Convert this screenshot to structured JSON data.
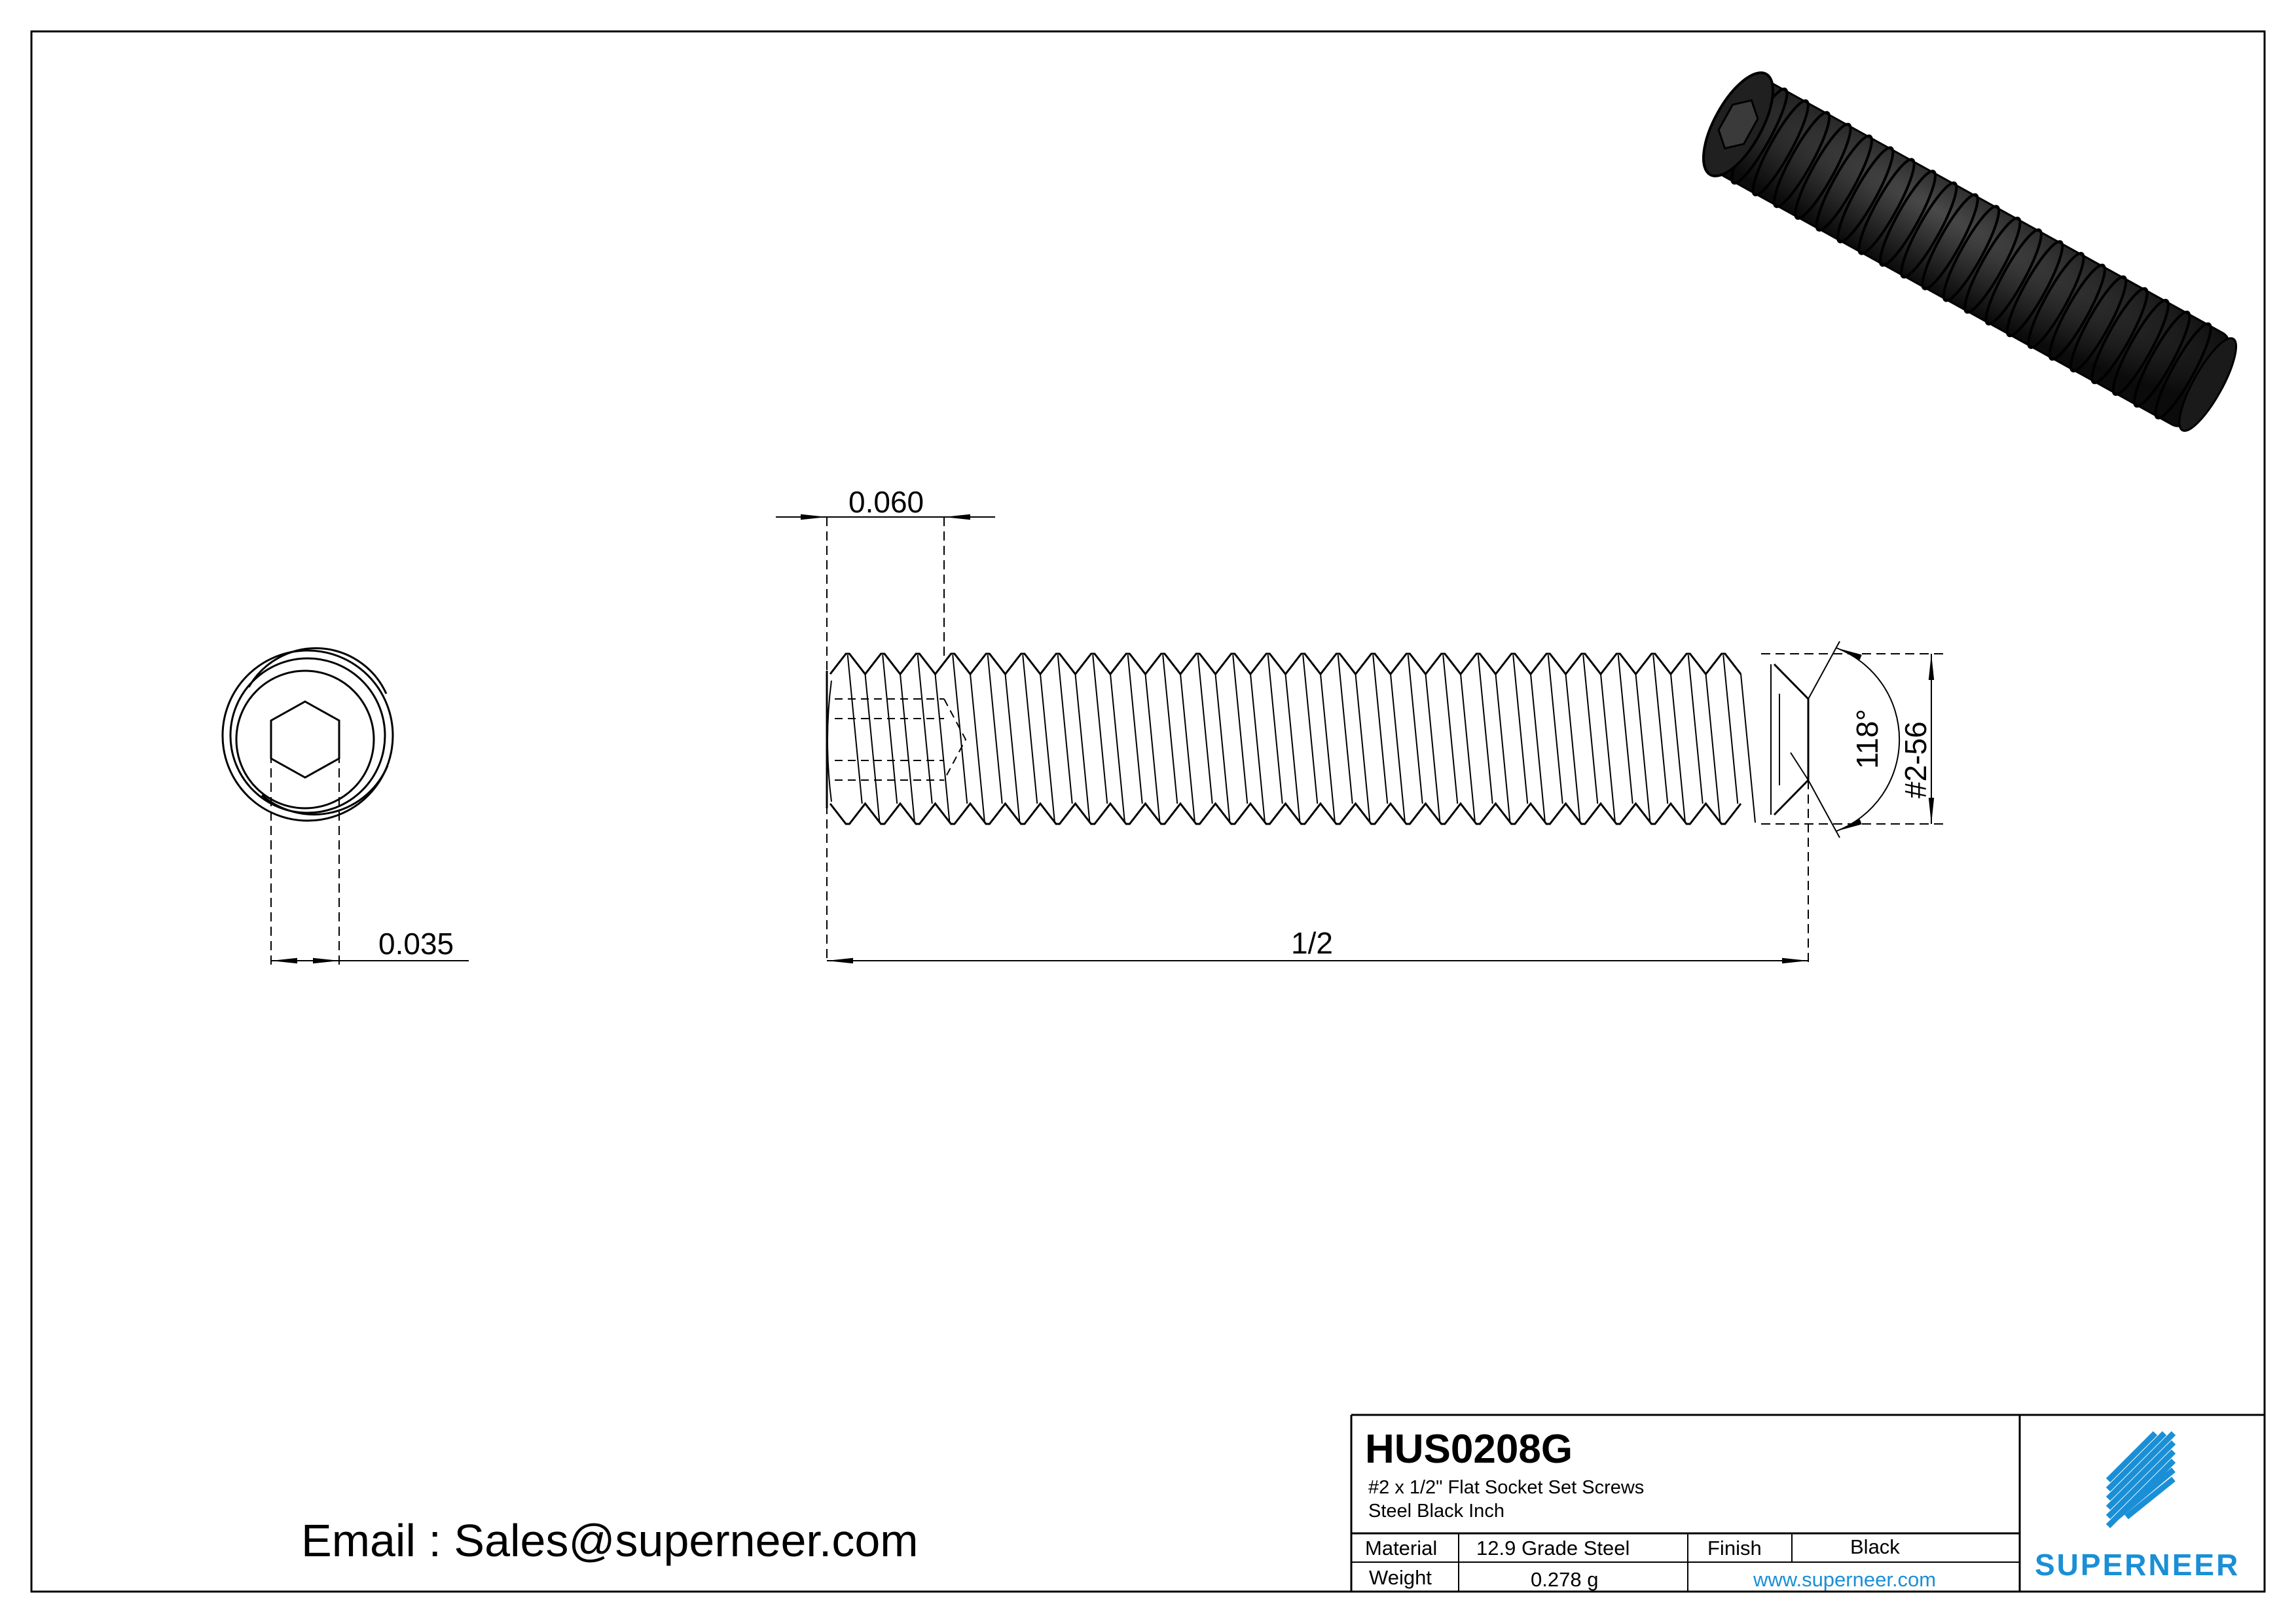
{
  "dimensions": {
    "socket_depth": "0.060",
    "hex_size": "0.035",
    "length": "1/2",
    "point_angle": "118°",
    "thread": "#2-56"
  },
  "title_block": {
    "part_number": "HUS0208G",
    "description_line1": "#2 x 1/2\" Flat Socket Set Screws",
    "description_line2": "Steel Black Inch",
    "material_label": "Material",
    "material_value": "12.9 Grade Steel",
    "finish_label": "Finish",
    "finish_value": "Black",
    "weight_label": "Weight",
    "weight_value": "0.278 g",
    "website": "www.superneer.com"
  },
  "brand": {
    "name": "SUPERNEER",
    "color": "#1a8fd6"
  },
  "contact": {
    "email_line": "Email : Sales@superneer.com"
  },
  "icons": [
    "superneer-logo-icon",
    "screw-3d-render-icon"
  ]
}
